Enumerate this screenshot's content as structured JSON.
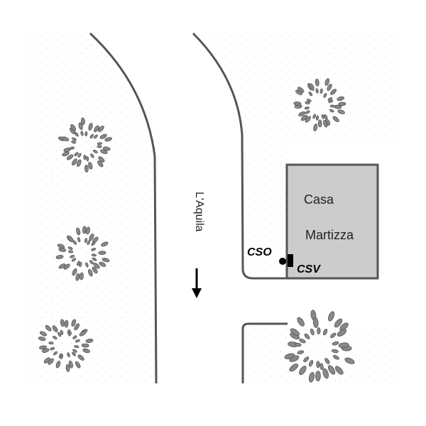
{
  "map": {
    "road_label": "L'Aquila",
    "direction_icon": "arrow-down-icon",
    "building": {
      "line1": "Casa",
      "line2": "Martizza"
    },
    "markers": [
      {
        "label": "CSO",
        "shape": "circle"
      },
      {
        "label": "CSV",
        "shape": "square"
      }
    ]
  },
  "colors": {
    "road_edge": "#555555",
    "building_fill": "#cccccc",
    "tree_leaf": "#888888",
    "tree_stroke": "#555555"
  }
}
